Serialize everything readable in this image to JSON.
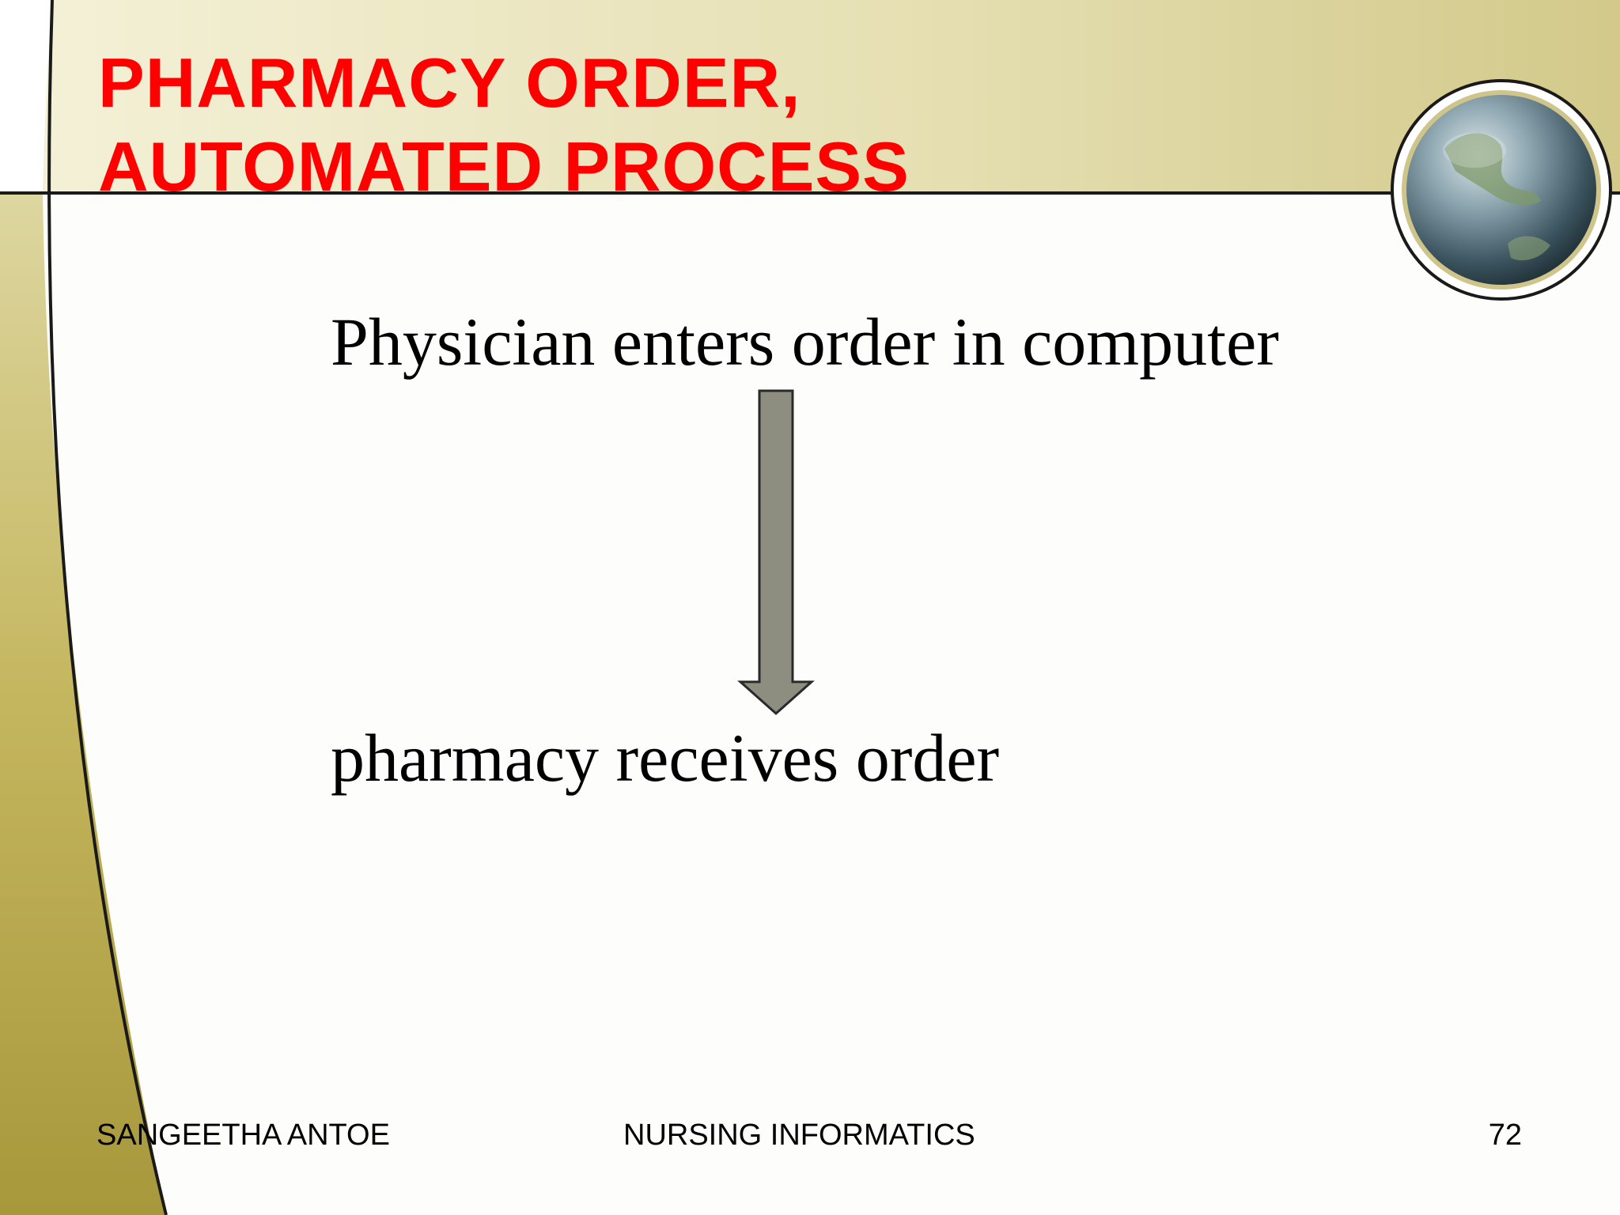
{
  "slide": {
    "title_line_1": "PHARMACY ORDER,",
    "title_line_2": "AUTOMATED PROCESS",
    "step_1": "Physician enters order in computer",
    "step_2": "pharmacy receives order",
    "footer": {
      "author": "SANGEETHA ANTOE",
      "course": "NURSING INFORMATICS",
      "page_number": "72"
    }
  },
  "colors": {
    "title": "#ff0000",
    "header_band": "#d9d29a",
    "left_swoosh": "#b3a24a",
    "arrow_fill": "#8e8e80"
  },
  "icons": {
    "globe": "globe-icon",
    "arrow": "down-arrow-icon"
  }
}
